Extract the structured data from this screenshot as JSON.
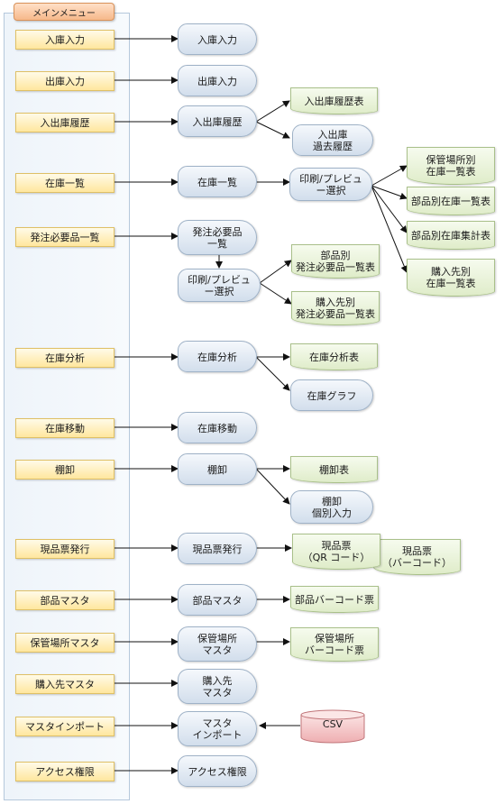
{
  "menu": {
    "title": "メインメニュー",
    "items": [
      "入庫入力",
      "出庫入力",
      "入出庫履歴",
      "在庫一覧",
      "発注必要品一覧",
      "在庫分析",
      "在庫移動",
      "棚卸",
      "現品票発行",
      "部品マスタ",
      "保管場所マスタ",
      "購入先マスタ",
      "マスタインポート",
      "アクセス権限"
    ]
  },
  "screens": {
    "receiving_input": "入庫入力",
    "shipping_input": "出庫入力",
    "history": "入出庫履歴",
    "stock_list": "在庫一覧",
    "stock_print": "印刷/プレビュ\nー選択",
    "order_list": "発注必要品\n一覧",
    "order_print": "印刷/プレビュ\nー選択",
    "analysis": "在庫分析",
    "analysis_graph": "在庫グラフ",
    "move": "在庫移動",
    "inventory": "棚卸",
    "inventory_input": "棚卸\n個別入力",
    "tag_issue": "現品票発行",
    "parts_master": "部品マスタ",
    "location_master": "保管場所\nマスタ",
    "supplier_master": "購入先\nマスタ",
    "master_import": "マスタ\nインポート",
    "access": "アクセス権限",
    "past_history": "入出庫\n過去履歴"
  },
  "documents": {
    "history_table": "入出庫履歴表",
    "stock_by_location": "保管場所別\n在庫一覧表",
    "stock_by_part": "部品別在庫一覧表",
    "stock_total_by_part": "部品別在庫集計表",
    "stock_by_supplier": "購入先別\n在庫一覧表",
    "order_by_part": "部品別\n発注必要品一覧表",
    "order_by_supplier": "購入先別\n発注必要品一覧表",
    "analysis_table": "在庫分析表",
    "inventory_table": "棚卸表",
    "tag_qr": "現品票\n（QR コード）",
    "tag_barcode": "現品票\n（バーコード）",
    "parts_barcode": "部品バーコード票",
    "location_barcode": "保管場所\nバーコード票"
  },
  "csv_label": "CSV",
  "colors": {
    "menu_fill": "#ffe79e",
    "screen_fill": "#d2deec",
    "document_fill": "#dfecc9",
    "csv_fill": "#f2c2c4",
    "tab_fill": "#f6b88a"
  }
}
